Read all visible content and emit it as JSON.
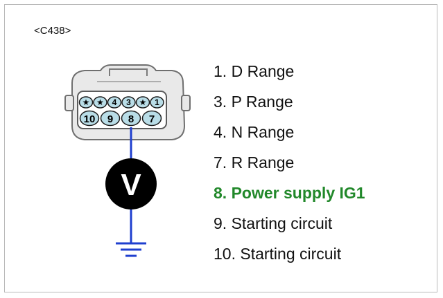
{
  "connector": {
    "id": "<C438>"
  },
  "pins": {
    "top": [
      "★",
      "★",
      "4",
      "3",
      "★",
      "1"
    ],
    "bottom": [
      "10",
      "9",
      "8",
      "7"
    ]
  },
  "meter": {
    "symbol": "V"
  },
  "legend": {
    "items": [
      {
        "text": "1. D Range",
        "highlight": false
      },
      {
        "text": "3. P Range",
        "highlight": false
      },
      {
        "text": "4. N Range",
        "highlight": false
      },
      {
        "text": "7. R Range",
        "highlight": false
      },
      {
        "text": "8. Power supply IG1",
        "highlight": true
      },
      {
        "text": "9. Starting circuit",
        "highlight": false
      },
      {
        "text": "10. Starting circuit",
        "highlight": false
      }
    ]
  },
  "colors": {
    "highlight": "#21882a",
    "wire": "#1f3fcf",
    "pin_fill": "#b9dde7"
  }
}
